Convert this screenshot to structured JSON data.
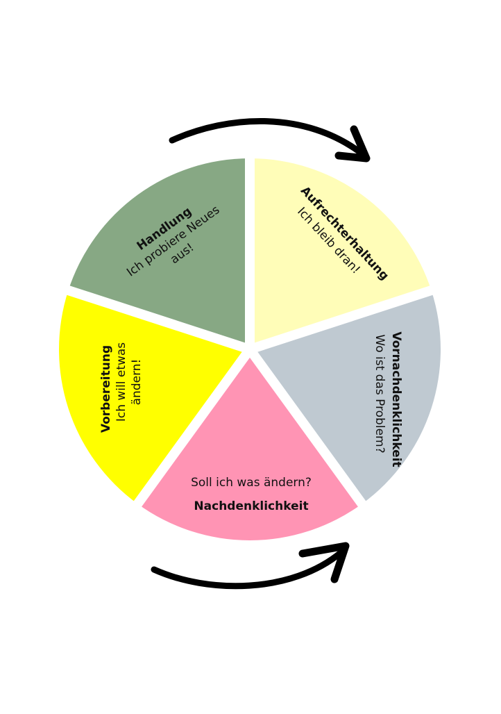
{
  "diagram": {
    "type": "cycle-wheel",
    "direction": "clockwise",
    "segments": [
      {
        "id": "aufrechterhaltung",
        "title": "Aufrechterhaltung",
        "subtitle_lines": [
          "Ich bleib dran!"
        ],
        "color": "#FFFDB8"
      },
      {
        "id": "vornachdenklichkeit",
        "title": "Vornachdenklichkeit",
        "subtitle_lines": [
          "Wo ist das Problem?"
        ],
        "color": "#BFC9D1"
      },
      {
        "id": "nachdenklichkeit",
        "title": "Nachdenklichkeit",
        "subtitle_lines": [
          "Soll ich was ändern?"
        ],
        "color": "#FF94B4"
      },
      {
        "id": "vorbereitung",
        "title": "Vorbereitung",
        "subtitle_lines": [
          "Ich will etwas",
          "ändern!"
        ],
        "color": "#FFFF00"
      },
      {
        "id": "handlung",
        "title": "Handlung",
        "subtitle_lines": [
          "Ich probiere Neues",
          "aus!"
        ],
        "color": "#87A884"
      }
    ],
    "arrows": [
      {
        "id": "top-arrow",
        "icon": "curved-arrow-right-icon",
        "color": "#000000"
      },
      {
        "id": "bottom-arrow",
        "icon": "curved-arrow-up-right-icon",
        "color": "#000000"
      }
    ],
    "gap_color": "#FFFFFF"
  }
}
